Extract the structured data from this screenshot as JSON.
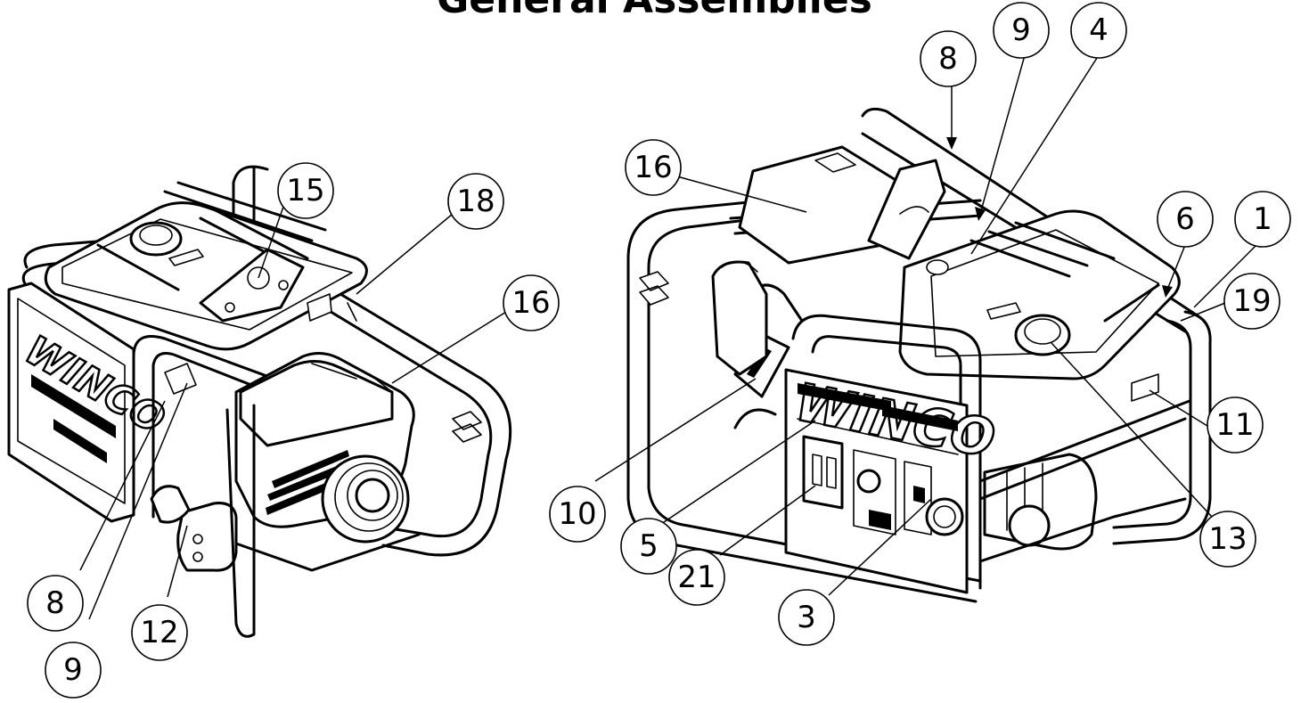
{
  "title": "General Assemblies",
  "logo_text": "WINCO",
  "callouts": [
    "15",
    "18",
    "16",
    "8",
    "9",
    "12",
    "16",
    "8",
    "9",
    "4",
    "6",
    "1",
    "19",
    "11",
    "13",
    "10",
    "5",
    "21",
    "3"
  ]
}
